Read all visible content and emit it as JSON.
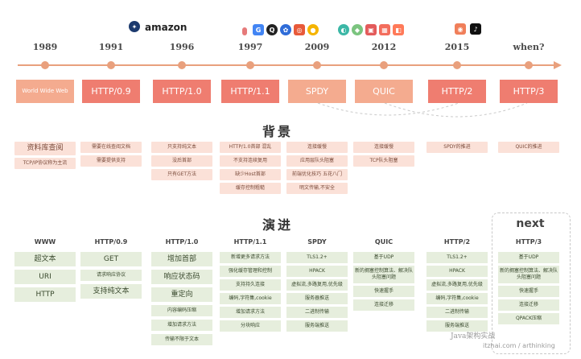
{
  "brand_text": "amazon",
  "years": [
    "1989",
    "1991",
    "1996",
    "1997",
    "2009",
    "2012",
    "2015",
    "when?"
  ],
  "protocols": [
    {
      "label": "World Wide Web",
      "style": "light"
    },
    {
      "label": "HTTP/0.9",
      "style": "deep"
    },
    {
      "label": "HTTP/1.0",
      "style": "deep"
    },
    {
      "label": "HTTP/1.1",
      "style": "deep"
    },
    {
      "label": "SPDY",
      "style": "light"
    },
    {
      "label": "QUIC",
      "style": "light"
    },
    {
      "label": "HTTP/2",
      "style": "deep"
    },
    {
      "label": "HTTP/3",
      "style": "deep"
    }
  ],
  "section_background": "背景",
  "section_evolution": "演进",
  "background_items": [
    [
      "资料库查阅",
      "TCP/IP协议称为主流"
    ],
    [
      "需要在线查阅文档",
      "需要提供支持"
    ],
    [
      "只支持纯文本",
      "没后首部",
      "只有GET方法"
    ],
    [
      "HTTP/1.0首部 混乱",
      "不支持连续复用",
      "缺少Host首部",
      "缓存控制粗糙"
    ],
    [
      "连接缓慢",
      "应用层队头阻塞",
      "前端优化技巧 五花八门",
      "明文传输,不安全"
    ],
    [
      "连接缓慢",
      "TCP队头阻塞"
    ],
    [
      "SPDY的推进"
    ],
    [
      "QUIC的推进"
    ]
  ],
  "evolution_heads": [
    "WWW",
    "HTTP/0.9",
    "HTTP/1.0",
    "HTTP/1.1",
    "SPDY",
    "QUIC",
    "HTTP/2",
    "HTTP/3"
  ],
  "evolution_items": [
    [
      "超文本",
      "URI",
      "HTTP"
    ],
    [
      "GET",
      "请求响应协议",
      "支持纯文本"
    ],
    [
      "增加首部",
      "响应状态码",
      "重定向",
      "内容编码压缩",
      "增加请求方法",
      "传输不限于文本"
    ],
    [
      "新增更多请求方法",
      "强化缓存管理和控制",
      "支持持久连接",
      "编码,字符集,cookie",
      "增加请求方法",
      "分块响应"
    ],
    [
      "TLS1.2+",
      "HPACK",
      "虚拟流,多路复用,优先级",
      "服务器推送",
      "二进制传输",
      "服务端推送"
    ],
    [
      "基于UDP",
      "新的拥塞控制算法、解决队头阻塞问题",
      "快速握手",
      "连接迁移"
    ],
    [
      "TLS1.2+",
      "HPACK",
      "虚拟流,多路复用,优先级",
      "编码,字符集,cookie",
      "二进制传输",
      "服务端推送"
    ],
    [
      "基于UDP",
      "新的拥塞控制算法、解决队头阻塞问题",
      "快速握手",
      "连接迁移",
      "QPACK压缩"
    ]
  ],
  "next_label": "next",
  "watermark_line1": "Java架构实战",
  "watermark_line2": "itzhai.com / arthinking"
}
